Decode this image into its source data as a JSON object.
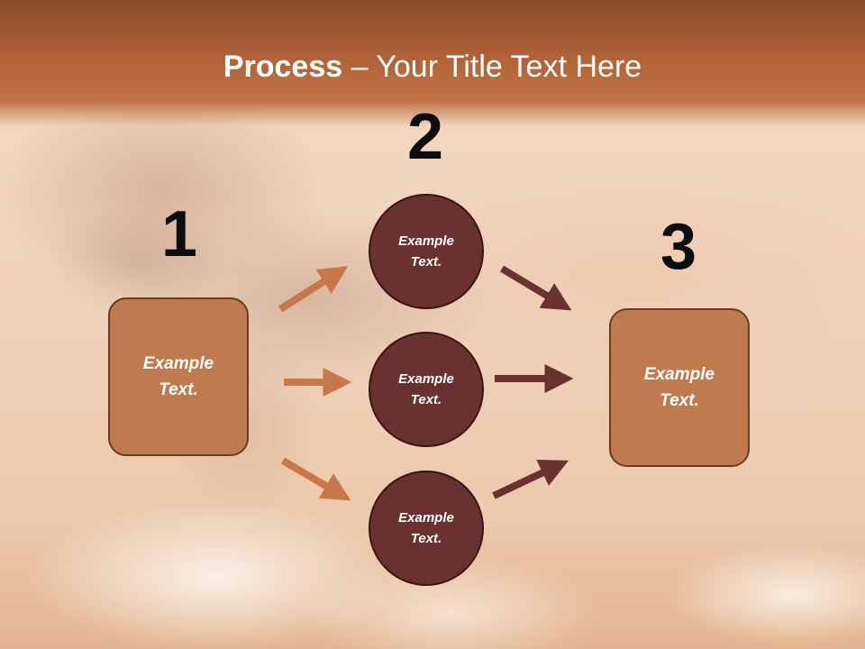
{
  "slide": {
    "title_bold": "Process",
    "title_rest": " – Your Title Text Here"
  },
  "steps": {
    "n1": "1",
    "n2": "2",
    "n3": "3"
  },
  "nodes": {
    "left_box": "Example Text.",
    "circle_top": "Example Text.",
    "circle_mid": "Example Text.",
    "circle_bottom": "Example Text.",
    "right_box": "Example Text."
  },
  "colors": {
    "header": "#b06238",
    "box_fill": "#c07a4f",
    "circle_fill": "#6a3131",
    "arrow_light": "#c8774a",
    "arrow_dark": "#6a3131"
  }
}
